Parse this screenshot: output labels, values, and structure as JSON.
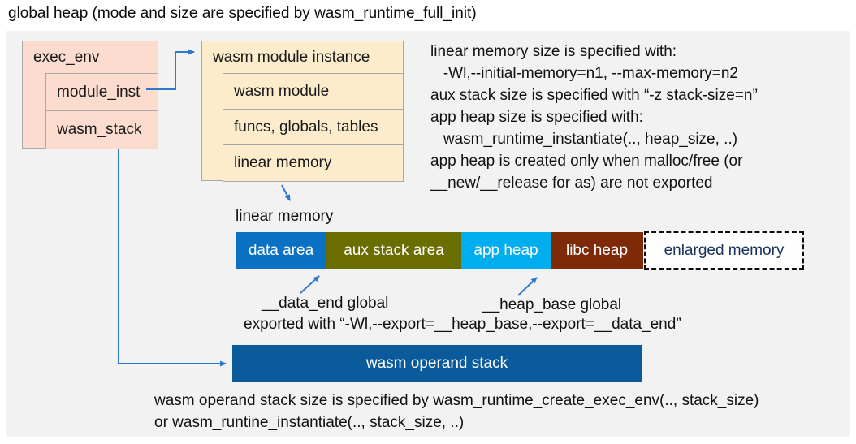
{
  "title": "global heap (mode and size are specified by wasm_runtime_full_init)",
  "exec_env_box": {
    "header": "exec_env",
    "rows": [
      "module_inst",
      "wasm_stack"
    ]
  },
  "module_instance_box": {
    "header": "wasm module instance",
    "rows": [
      "wasm module",
      "funcs, globals, tables",
      "linear memory"
    ]
  },
  "memory_notes": {
    "lines": [
      "linear memory size is specified with:",
      "   -Wl,--initial-memory=n1, --max-memory=n2",
      "aux stack size is specified with “-z stack-size=n”",
      "app heap size is specified with:",
      "   wasm_runtime_instantiate(.., heap_size, ..)",
      "app heap is created only when malloc/free (or",
      "__new/__release for as) are not exported"
    ]
  },
  "linear_memory": {
    "label": "linear memory",
    "segments": [
      {
        "label": "data area",
        "color": "#0a71c5"
      },
      {
        "label": "aux stack area",
        "color": "#6a6d00"
      },
      {
        "label": "app heap",
        "color": "#00adee"
      },
      {
        "label": "libc heap",
        "color": "#7e2a08"
      },
      {
        "label": "enlarged memory",
        "color": "#ffffff",
        "border_style": "dashed",
        "text_color": "#16325c"
      }
    ]
  },
  "globals_notes": {
    "data_end_label": "__data_end global",
    "heap_base_label": "__heap_base global",
    "export_line": "exported with “-Wl,--export=__heap_base,--export=__data_end”"
  },
  "operand_stack": {
    "label": "wasm operand stack",
    "notes": [
      "wasm operand stack size is specified by wasm_runtime_create_exec_env(.., stack_size)",
      "or wasm_runtine_instantiate(.., stack_size, ..)"
    ]
  },
  "colors": {
    "panel_background": "#f2f2f2",
    "struct_box_pink": "#fbdcce",
    "struct_box_cream": "#fceccb",
    "box_border_gray": "#a8a8a8",
    "arrow_blue": "#2e79cf",
    "data_area_blue": "#0a71c5",
    "aux_stack_olive": "#6a6d00",
    "app_heap_cyan": "#00adee",
    "libc_heap_brown": "#7e2a08",
    "operand_stack_blue": "#0b5a9b",
    "enlarged_memory_text": "#16325c"
  }
}
